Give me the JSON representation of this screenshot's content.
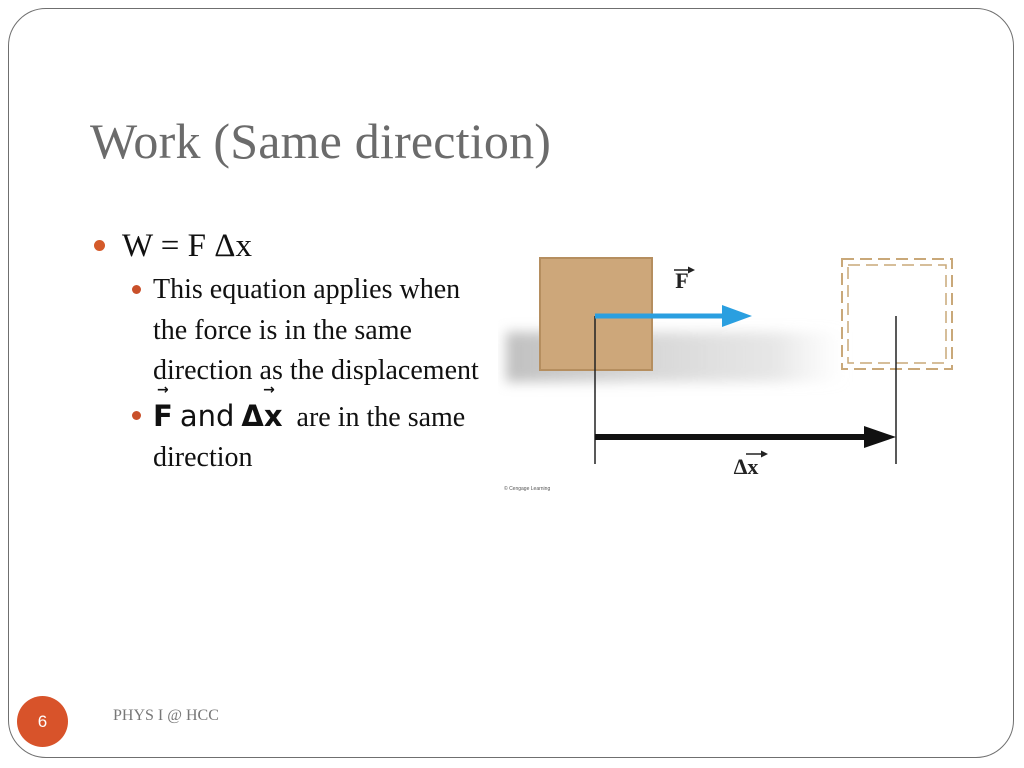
{
  "slide": {
    "title": "Work (Same direction)",
    "bullet1": "W = F Δx",
    "sub1": "This equation applies when the force is in the same direction as the displacement",
    "sub2": {
      "f_symbol": "F",
      "and_word": "and",
      "dx_symbol": "Δx",
      "rest": "are in the same direction"
    },
    "page_number": "6",
    "footer": "PHYS I @ HCC"
  },
  "diagram": {
    "force_label": "F",
    "displacement_label": "Δx",
    "credit": "© Cengage Learning",
    "colors": {
      "block": "#cda77a",
      "force_arrow": "#2a9fe0",
      "displacement_arrow": "#111111",
      "ghost_block": "#c9a879"
    }
  },
  "theme": {
    "accent": "#d8532a",
    "title_color": "#6b6b6b"
  }
}
